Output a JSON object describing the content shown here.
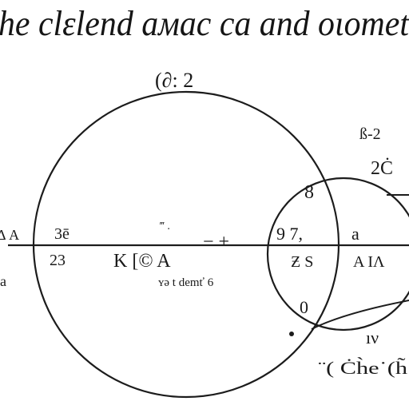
{
  "title": "he clεlend aмac ca and oιomet",
  "labels": {
    "top": "(∂: 2",
    "right_top": "ß-2",
    "right_mid": "2Ċ",
    "right_upper_inner": "8",
    "far_left_top": "Δ A",
    "far_left_bottom": "a",
    "left_tick_top": "3ē",
    "left_tick_bottom": "23",
    "center_top_dots": "‴ .",
    "center_symbols": "K [© A",
    "center_caption": "ʏə t demť 6",
    "center_plus": "− +",
    "mid_upper": "9 7,",
    "mid_lower": "Ƶ S",
    "right_axis_upper": "a",
    "right_axis_lower": "A IɅ",
    "right_lower_inner": "0",
    "right_bottom_label": "ıν",
    "bottom_formula": "¨( Ċh̀e˙(h̃"
  }
}
